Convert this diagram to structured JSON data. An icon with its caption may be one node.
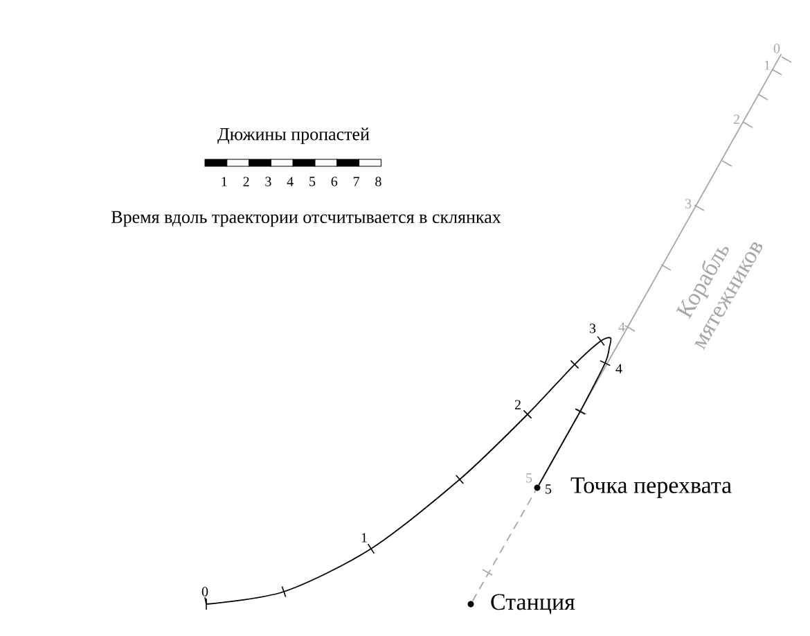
{
  "diagram": {
    "nodes": [
      {
        "text": [
          "Точка перехвата"
        ]
      },
      {
        "text": [
          "Станция"
        ]
      },
      {
        "text": [
          "0"
        ]
      },
      {
        "text": [
          "0"
        ]
      }
    ],
    "edges": [
      {
        "from": 1,
        "to": 0,
        "arrow": "none",
        "style": "dashed",
        "color": "#a6a6a6"
      },
      {
        "from": 2,
        "to": 0,
        "arrow": "none",
        "color": "#a6a6a6"
      },
      {
        "from": 3,
        "to": 0,
        "arrow": "none",
        "color": "#000000"
      }
    ],
    "labels": [
      "Дюжины пропастей",
      "1",
      "2",
      "3",
      "4",
      "5",
      "6",
      "7",
      "8",
      "Время вдоль траектории отсчитывается в склянках",
      "1",
      "2",
      "3",
      "4",
      "5",
      "Корабль мятежников",
      "1",
      "2",
      "3",
      "4",
      "5"
    ]
  }
}
